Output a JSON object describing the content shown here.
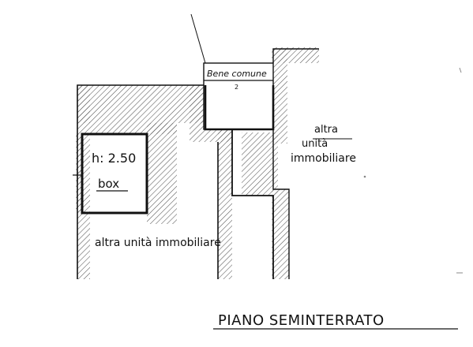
{
  "drawing": {
    "common_area_label": "Bene comune",
    "common_area_number": "2",
    "box_height_label": "h: 2.50",
    "box_label": "box",
    "other_unit_right": {
      "line1": "altra",
      "line2": "unità",
      "line3": "immobiliare"
    },
    "other_unit_bottom": "altra unità immobiliare",
    "floor_title": "PIANO SEMINTERRATO"
  },
  "colors": {
    "ink": "#111111",
    "paper": "#ffffff",
    "hatch": "#555555"
  }
}
